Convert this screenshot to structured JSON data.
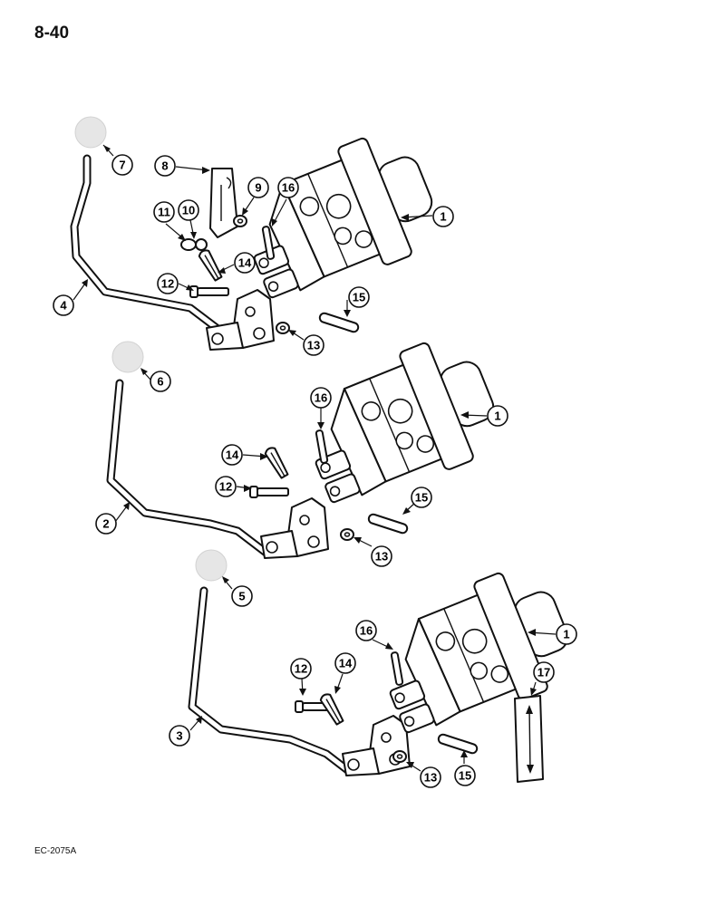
{
  "page": {
    "number": "8-40",
    "figure_code": "EC-2075A"
  },
  "callouts": [
    {
      "id": "c-top-7",
      "label": "7"
    },
    {
      "id": "c-top-8",
      "label": "8"
    },
    {
      "id": "c-top-9",
      "label": "9"
    },
    {
      "id": "c-top-16",
      "label": "16"
    },
    {
      "id": "c-top-1",
      "label": "1"
    },
    {
      "id": "c-top-11",
      "label": "11"
    },
    {
      "id": "c-top-10",
      "label": "10"
    },
    {
      "id": "c-top-14",
      "label": "14"
    },
    {
      "id": "c-top-12",
      "label": "12"
    },
    {
      "id": "c-top-15",
      "label": "15"
    },
    {
      "id": "c-top-4",
      "label": "4"
    },
    {
      "id": "c-top-13",
      "label": "13"
    },
    {
      "id": "c-mid-6",
      "label": "6"
    },
    {
      "id": "c-mid-16",
      "label": "16"
    },
    {
      "id": "c-mid-1",
      "label": "1"
    },
    {
      "id": "c-mid-14",
      "label": "14"
    },
    {
      "id": "c-mid-12",
      "label": "12"
    },
    {
      "id": "c-mid-15",
      "label": "15"
    },
    {
      "id": "c-mid-2",
      "label": "2"
    },
    {
      "id": "c-mid-13",
      "label": "13"
    },
    {
      "id": "c-bot-5",
      "label": "5"
    },
    {
      "id": "c-bot-16",
      "label": "16"
    },
    {
      "id": "c-bot-1",
      "label": "1"
    },
    {
      "id": "c-bot-17",
      "label": "17"
    },
    {
      "id": "c-bot-12",
      "label": "12"
    },
    {
      "id": "c-bot-14",
      "label": "14"
    },
    {
      "id": "c-bot-3",
      "label": "3"
    },
    {
      "id": "c-bot-13",
      "label": "13"
    },
    {
      "id": "c-bot-15",
      "label": "15"
    }
  ]
}
